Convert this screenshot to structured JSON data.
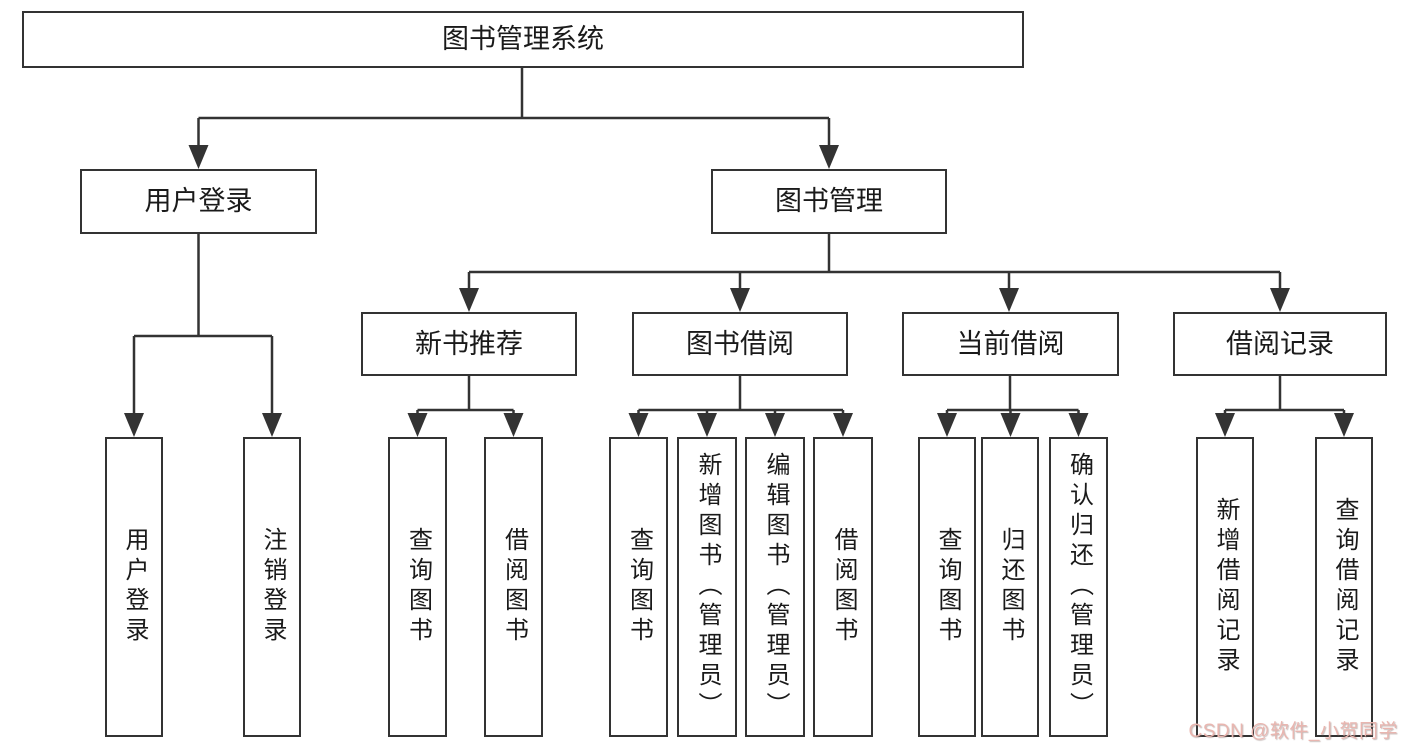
{
  "tree": {
    "root": {
      "label": "图书管理系统"
    },
    "branches": [
      {
        "label": "用户登录",
        "children": [
          {
            "label": "用户登录"
          },
          {
            "label": "注销登录"
          }
        ]
      },
      {
        "label": "图书管理",
        "sections": [
          {
            "label": "新书推荐",
            "children": [
              {
                "label": "查询图书"
              },
              {
                "label": "借阅图书"
              }
            ]
          },
          {
            "label": "图书借阅",
            "children": [
              {
                "label": "查询图书"
              },
              {
                "label": "新增图书（管理员）"
              },
              {
                "label": "编辑图书（管理员）"
              },
              {
                "label": "借阅图书"
              }
            ]
          },
          {
            "label": "当前借阅",
            "children": [
              {
                "label": "查询图书"
              },
              {
                "label": "归还图书"
              },
              {
                "label": "确认归还（管理员）"
              }
            ]
          },
          {
            "label": "借阅记录",
            "children": [
              {
                "label": "新增借阅记录"
              },
              {
                "label": "查询借阅记录"
              }
            ]
          }
        ]
      }
    ]
  },
  "watermark": {
    "text": "CSDN @软件_小贺同学"
  },
  "colors": {
    "line": "#333333",
    "box_border": "#333333",
    "box_fill": "#ffffff",
    "text": "#1a1a1a",
    "watermark": "#e9b6b0",
    "background": "#ffffff"
  }
}
